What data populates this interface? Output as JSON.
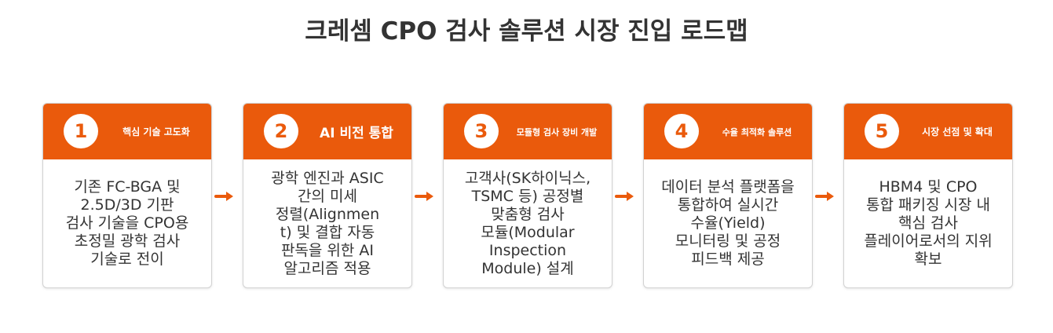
{
  "title": "크레셈 CPO 검사 솔루션 시장 진입 로드맵",
  "steps": [
    {
      "number": "1",
      "label": "핵심 기술 고도화",
      "description": "기존 FC-BGA 및\n2.5D/3D 기판\n검사 기술을 CPO용\n초정밀 광학 검사\n기술로 전이"
    },
    {
      "number": "2",
      "label": "AI 비전 통합",
      "description": "광학 엔진과 ASIC\n간의 미세\n정렬(Alignmen\nt) 및 결합 자동\n판독을 위한 AI\n알고리즘 적용"
    },
    {
      "number": "3",
      "label": "모듈형 검사 장비 개발",
      "description": "고객사(SK하이닉스,\nTSMC 등) 공정별\n맞춤형 검사\n모듈(Modular\nInspection\nModule) 설계"
    },
    {
      "number": "4",
      "label": "수율 최적화 솔루션",
      "description": "데이터 분석 플랫폼을\n통합하여 실시간\n수율(Yield)\n모니터링 및 공정\n피드백 제공"
    },
    {
      "number": "5",
      "label": "시장 선점 및 확대",
      "description": "HBM4 및 CPO\n통합 패키징 시장 내\n핵심 검사\n플레이어로서의 지위\n확보"
    }
  ],
  "colors": {
    "accent": "#ea5a0c",
    "text": "#333333",
    "border": "#d2d2d2"
  },
  "icons": {
    "connector": "arrow-right-icon"
  }
}
